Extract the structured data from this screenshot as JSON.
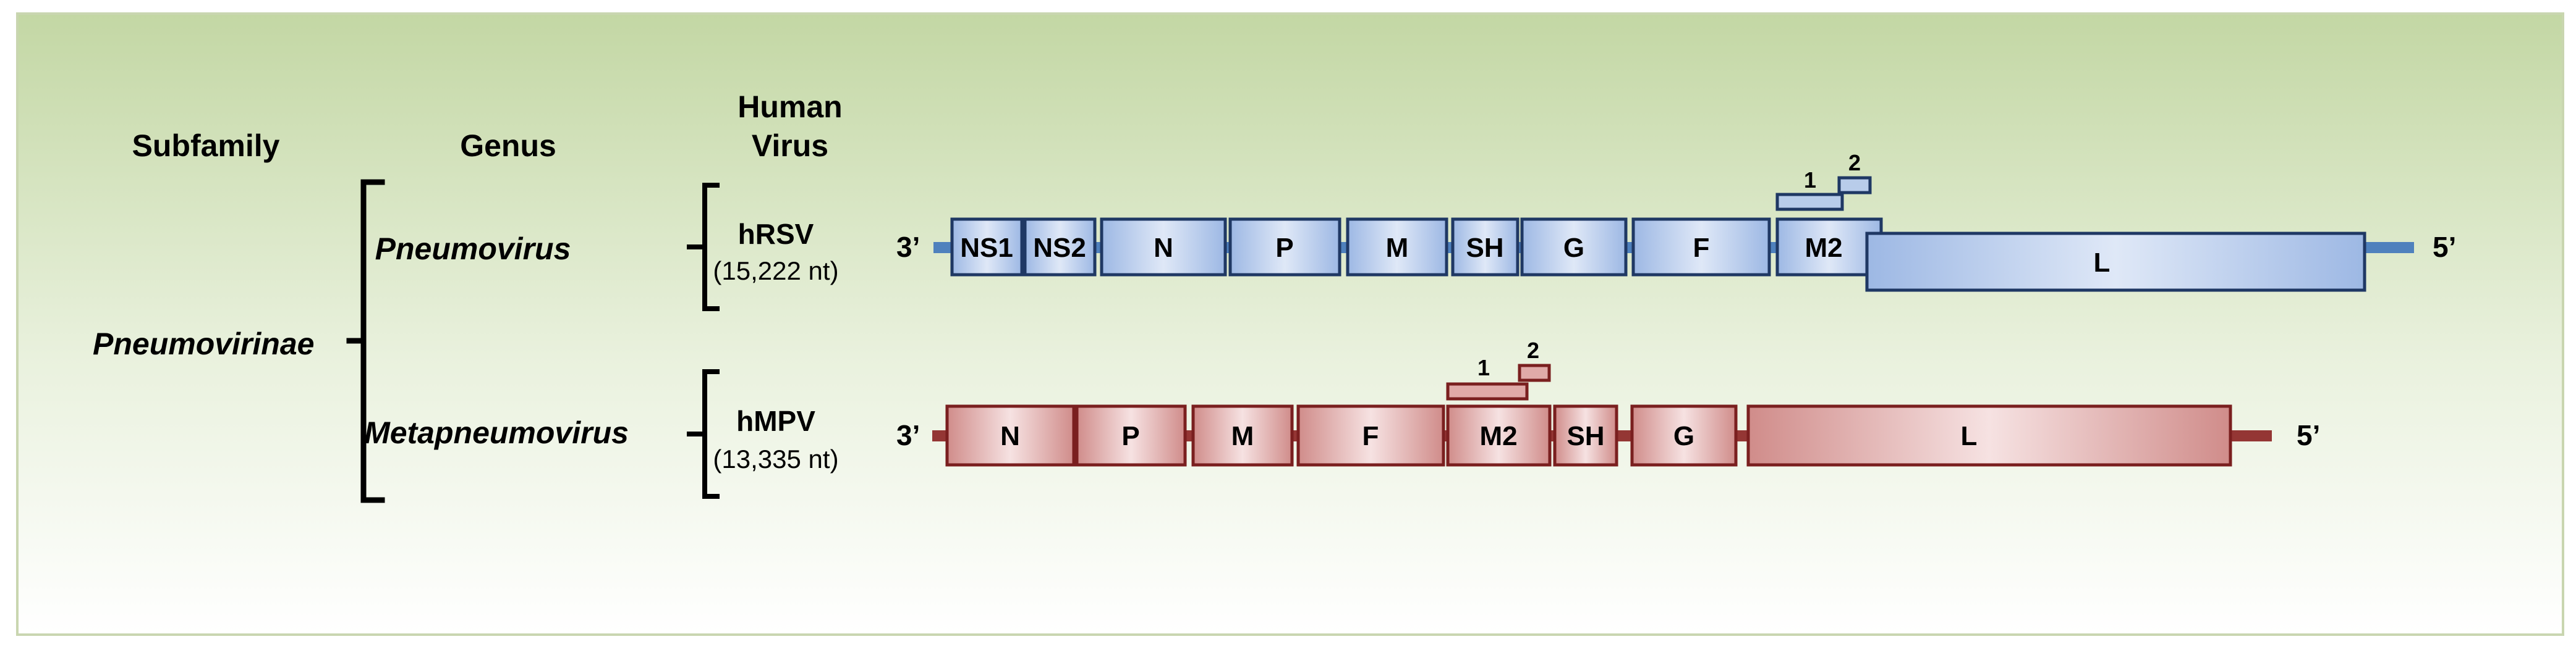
{
  "headers": {
    "subfamily": "Subfamily",
    "genus": "Genus",
    "human_virus_line1": "Human",
    "human_virus_line2": "Virus"
  },
  "subfamily_name": "Pneumovirinae",
  "rows": [
    {
      "genus": "Pneumovirus",
      "virus": "hRSV",
      "length": "(15,222 nt)",
      "end_left": "3’",
      "end_right": "5’",
      "genes": [
        "NS1",
        "NS2",
        "N",
        "P",
        "M",
        "SH",
        "G",
        "F",
        "M2",
        "L"
      ],
      "m2_orfs": [
        "1",
        "2"
      ]
    },
    {
      "genus": "Metapneumovirus",
      "virus": "hMPV",
      "length": "(13,335 nt)",
      "end_left": "3’",
      "end_right": "5’",
      "genes": [
        "N",
        "P",
        "M",
        "F",
        "M2",
        "SH",
        "G",
        "L"
      ],
      "m2_orfs": [
        "1",
        "2"
      ]
    }
  ],
  "colors": {
    "rsv_line": "#4f81bd",
    "rsv_border": "#1f3864",
    "rsv_fill_edge": "#9db8e4",
    "rsv_fill_mid": "#dfe8f7",
    "mpv_line": "#943634",
    "mpv_border": "#7a1f1f",
    "mpv_fill_edge": "#d08c8a",
    "mpv_fill_mid": "#f6e2e2",
    "bg_top": "#c3d7a4",
    "bg_bottom": "#ffffff"
  }
}
